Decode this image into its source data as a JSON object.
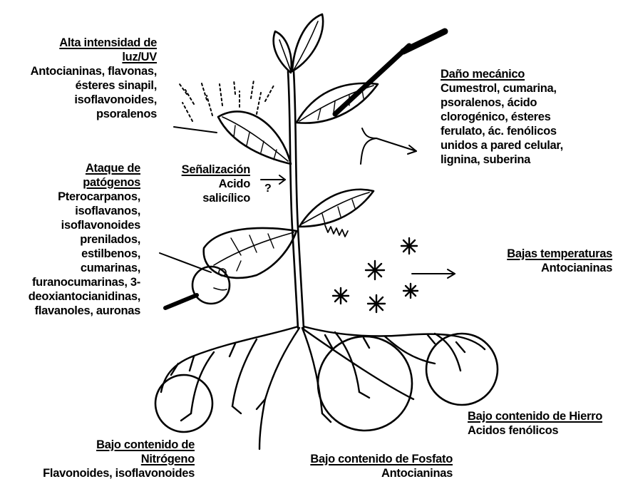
{
  "labels": {
    "uv": {
      "title_lines": [
        "Alta intensidad de",
        "luz/UV"
      ],
      "body_lines": [
        "Antocianinas, flavonas,",
        "ésteres sinapil,",
        "isoflavonoides,",
        "psoralenos"
      ]
    },
    "mechanical": {
      "title_lines": [
        "Daño mecánico"
      ],
      "body_lines": [
        "Cumestrol, cumarina,",
        "psoralenos, ácido",
        "clorogénico, ésteres",
        "ferulato, ác. fenólicos",
        "unidos a pared celular,",
        "lignina, suberina"
      ]
    },
    "pathogen": {
      "title_lines": [
        "Ataque de",
        "patógenos"
      ],
      "body_lines": [
        "Pterocarpanos,",
        "isoflavanos,",
        "isoflavonoides",
        "prenilados,",
        "estilbenos,",
        "cumarinas,",
        "furanocumarinas, 3-",
        "deoxiantocianidinas,",
        "flavanoles, auronas"
      ]
    },
    "signaling": {
      "title_lines": [
        "Señalización"
      ],
      "body_lines": [
        "Acido",
        "salicílico"
      ],
      "question_mark": "?"
    },
    "low_temp": {
      "title_lines": [
        "Bajas temperaturas"
      ],
      "body_lines": [
        "Antocianinas"
      ]
    },
    "iron": {
      "title_lines": [
        "Bajo contenido de Hierro"
      ],
      "body_lines": [
        "Acidos fenólicos"
      ]
    },
    "nitrogen": {
      "title_lines": [
        "Bajo contenido de",
        "Nitrógeno"
      ],
      "body_lines": [
        "Flavonoides, isoflavonoides"
      ]
    },
    "phosphate": {
      "title_lines": [
        "Bajo contenido de Fosfato"
      ],
      "body_lines": [
        "Antocianinas"
      ]
    }
  }
}
